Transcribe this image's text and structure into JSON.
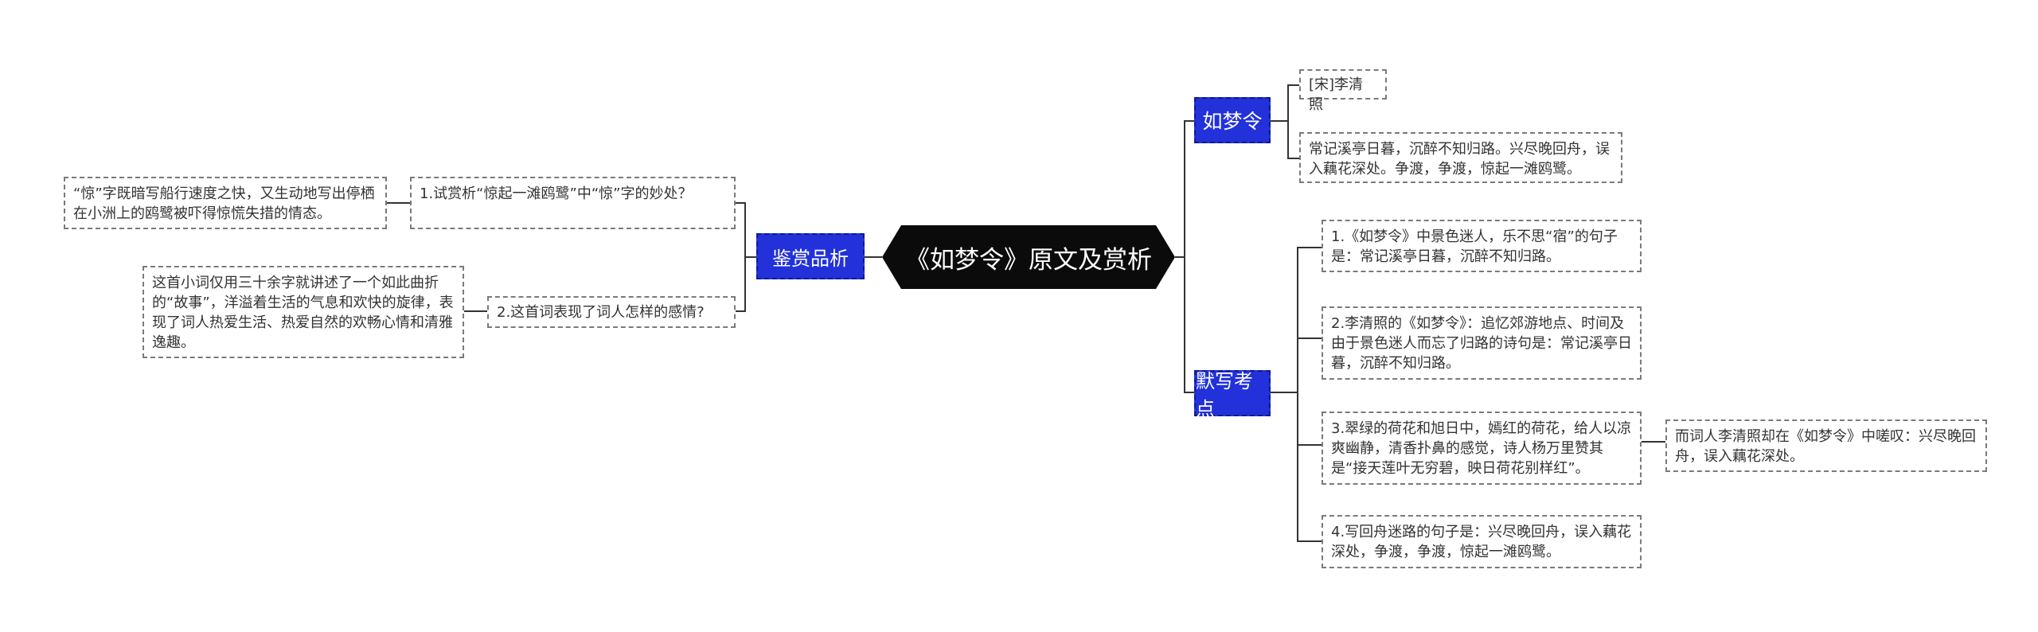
{
  "root": {
    "title": "《如梦令》原文及赏析"
  },
  "branches": {
    "rumengling": {
      "label": "如梦令",
      "items": [
        "[宋]李清照",
        "常记溪亭日暮，沉醉不知归路。兴尽晚回舟，误入藕花深处。争渡，争渡，惊起一滩鸥鹭。"
      ]
    },
    "moxie": {
      "label": "默写考点",
      "items": [
        "1.《如梦令》中景色迷人，乐不思“宿”的句子是：常记溪亭日暮，沉醉不知归路。",
        "2.李清照的《如梦令》：追忆郊游地点、时间及由于景色迷人而忘了归路的诗句是：常记溪亭日暮，沉醉不知归路。",
        "3.翠绿的荷花和旭日中，嫣红的荷花，给人以凉爽幽静，清香扑鼻的感觉，诗人杨万里赞其是“接天莲叶无穷碧，映日荷花别样红”。",
        "4.写回舟迷路的句子是：兴尽晚回舟，误入藕花深处，争渡，争渡，惊起一滩鸥鹭。"
      ],
      "sub3": "而词人李清照却在《如梦令》中嗟叹：兴尽晚回舟，误入藕花深处。"
    },
    "jianshang": {
      "label": "鉴赏品析",
      "q1": "1.试赏析“惊起一滩鸥鹭”中“惊”字的妙处？",
      "a1": "“惊”字既暗写船行速度之快，又生动地写出停栖在小洲上的鸥鹭被吓得惊慌失措的情态。",
      "q2": "2.这首词表现了词人怎样的感情?",
      "a2": "这首小词仅用三十余字就讲述了一个如此曲折的“故事”，洋溢着生活的气息和欢快的旋律，表现了词人热爱生活、热爱自然的欢畅心情和清雅逸趣。"
    }
  },
  "colors": {
    "root_bg": "#0b0b0b",
    "branch_bg": "#2231d9",
    "leaf_border": "#7a7a7a",
    "line": "#333333"
  }
}
